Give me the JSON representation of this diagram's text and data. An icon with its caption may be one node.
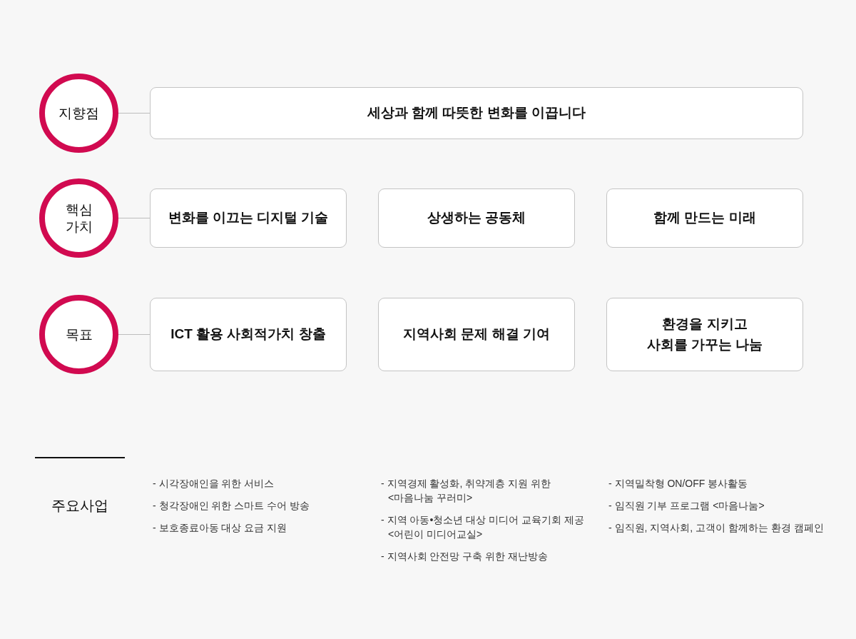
{
  "diagram": {
    "nodes": [
      {
        "text": [
          "지향점"
        ]
      },
      {
        "text": [
          "세상과 함께 따뜻한 변화를 이끕니다"
        ]
      },
      {
        "text": [
          "핵심 가치"
        ]
      },
      {
        "text": [
          "변화를 이끄는 디지털 기술"
        ]
      },
      {
        "text": [
          "상생하는 공동체"
        ]
      },
      {
        "text": [
          "함께 만드는 미래"
        ]
      },
      {
        "text": [
          "목표"
        ]
      },
      {
        "text": [
          "ICT 활용 사회적가치 창출"
        ]
      },
      {
        "text": [
          "지역사회 문제 해결 기여"
        ]
      },
      {
        "text": [
          "환경을 지키고 사회를 가꾸는 나눔"
        ]
      }
    ],
    "edges": [
      {
        "from": 0,
        "to": 1,
        "arrow": "none"
      },
      {
        "from": 2,
        "to": 3,
        "arrow": "none"
      },
      {
        "from": 6,
        "to": 7,
        "arrow": "none"
      }
    ],
    "labels": [
      "주요사업",
      "- 시각장애인을 위한 서비스",
      "- 청각장애인 위한 스마트 수어 방송",
      "- 보호종료아동 대상 요금 지원",
      "- 지역경제 활성화, 취약계층 지원 위한 <마음나눔 꾸러미>",
      "- 지역 아동•청소년 대상 미디어 교육기회 제공 <어린이 미디어교실>",
      "- 지역사회 안전망 구축 위한 재난방송",
      "- 지역밀착형 ON/OFF 봉사활동",
      "- 임직원 기부 프로그램 <마음나눔>",
      "- 임직원, 지역사회, 고객이 함께하는 환경 캠페인"
    ]
  }
}
